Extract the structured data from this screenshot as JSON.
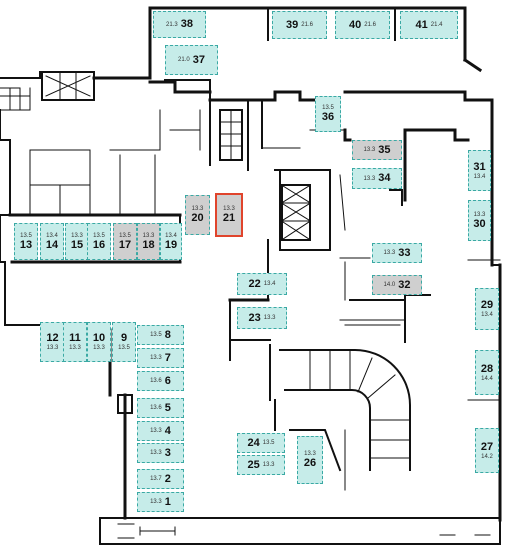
{
  "colors": {
    "available": "#c6ece9",
    "reserved": "#cfcfcf",
    "selected_outline": "#e0442c",
    "wall": "#111111"
  },
  "spaces": [
    {
      "number": "38",
      "area": "21.3",
      "status": "available"
    },
    {
      "number": "37",
      "area": "21.0",
      "status": "available"
    },
    {
      "number": "39",
      "area": "21.6",
      "status": "available"
    },
    {
      "number": "40",
      "area": "21.6",
      "status": "available"
    },
    {
      "number": "41",
      "area": "21.4",
      "status": "available"
    },
    {
      "number": "36",
      "area": "13.5",
      "status": "available"
    },
    {
      "number": "35",
      "area": "13.3",
      "status": "reserved"
    },
    {
      "number": "34",
      "area": "13.3",
      "status": "available"
    },
    {
      "number": "31",
      "area": "13.4",
      "status": "available"
    },
    {
      "number": "30",
      "area": "13.3",
      "status": "available"
    },
    {
      "number": "20",
      "area": "13.3",
      "status": "reserved"
    },
    {
      "number": "21",
      "area": "13.3",
      "status": "reserved",
      "selected": true
    },
    {
      "number": "13",
      "area": "13.5",
      "status": "available"
    },
    {
      "number": "14",
      "area": "13.4",
      "status": "available"
    },
    {
      "number": "15",
      "area": "13.3",
      "status": "available"
    },
    {
      "number": "16",
      "area": "13.5",
      "status": "available"
    },
    {
      "number": "17",
      "area": "13.5",
      "status": "reserved"
    },
    {
      "number": "18",
      "area": "13.3",
      "status": "reserved"
    },
    {
      "number": "19",
      "area": "13.4",
      "status": "available"
    },
    {
      "number": "33",
      "area": "13.3",
      "status": "available"
    },
    {
      "number": "32",
      "area": "14.0",
      "status": "reserved"
    },
    {
      "number": "22",
      "area": "13.4",
      "status": "available"
    },
    {
      "number": "23",
      "area": "13.3",
      "status": "available"
    },
    {
      "number": "29",
      "area": "13.4",
      "status": "available"
    },
    {
      "number": "12",
      "area": "13.3",
      "status": "available"
    },
    {
      "number": "11",
      "area": "13.3",
      "status": "available"
    },
    {
      "number": "10",
      "area": "13.3",
      "status": "available"
    },
    {
      "number": "9",
      "area": "13.5",
      "status": "available"
    },
    {
      "number": "8",
      "area": "13.5",
      "status": "available"
    },
    {
      "number": "7",
      "area": "13.3",
      "status": "available"
    },
    {
      "number": "6",
      "area": "13.6",
      "status": "available"
    },
    {
      "number": "5",
      "area": "13.6",
      "status": "available"
    },
    {
      "number": "4",
      "area": "13.3",
      "status": "available"
    },
    {
      "number": "3",
      "area": "13.3",
      "status": "available"
    },
    {
      "number": "2",
      "area": "13.7",
      "status": "available"
    },
    {
      "number": "1",
      "area": "13.3",
      "status": "available"
    },
    {
      "number": "28",
      "area": "14.4",
      "status": "available"
    },
    {
      "number": "24",
      "area": "13.5",
      "status": "available"
    },
    {
      "number": "25",
      "area": "13.3",
      "status": "available"
    },
    {
      "number": "26",
      "area": "13.3",
      "status": "available"
    },
    {
      "number": "27",
      "area": "14.2",
      "status": "available"
    }
  ]
}
